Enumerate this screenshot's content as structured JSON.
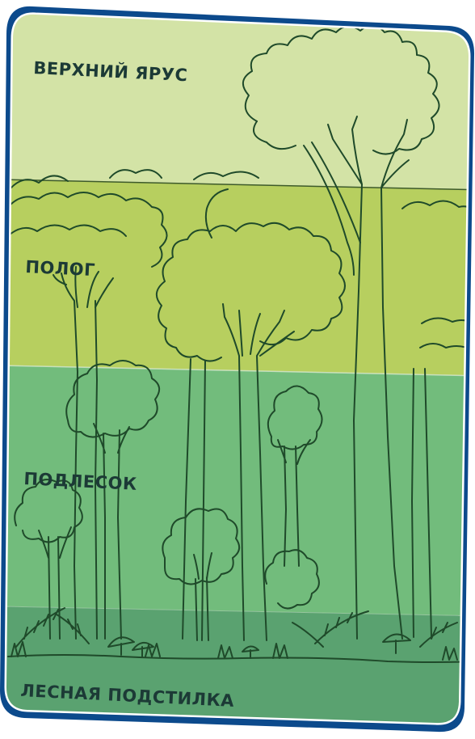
{
  "layers": {
    "emergent": {
      "label": "ВЕРХНИЙ ЯРУС",
      "color": "#d3e3a6"
    },
    "canopy": {
      "label": "ПОЛОГ",
      "color": "#b7cf5f"
    },
    "understory": {
      "label": "ПОДЛЕСОК",
      "color": "#72bc7c"
    },
    "floor": {
      "label": "ЛЕСНАЯ ПОДСТИЛКА",
      "color": "#5aa270"
    }
  },
  "colors": {
    "frame": "#0c4a8c",
    "line": "#1f4a2a",
    "border": "#ffffff"
  }
}
